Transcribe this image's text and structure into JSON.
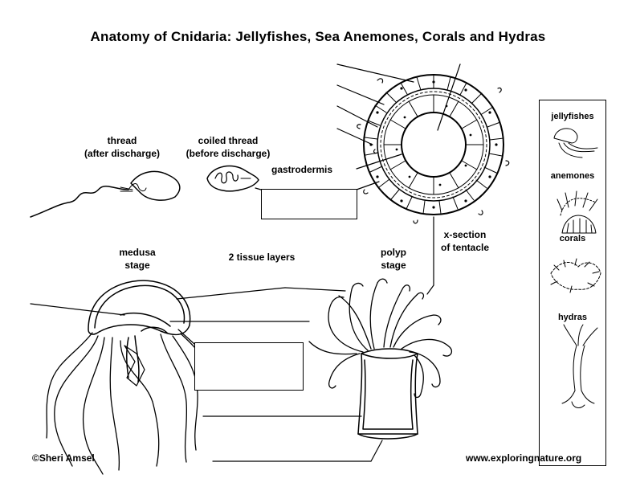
{
  "title": "Anatomy of Cnidaria: Jellyfishes, Sea Anemones, Corals and Hydras",
  "labels": {
    "thread_line1": "thread",
    "thread_line2": "(after discharge)",
    "coiled_line1": "coiled thread",
    "coiled_line2": "(before discharge)",
    "gastrodermis": "gastrodermis",
    "xsection_line1": "x-section",
    "xsection_line2": "of tentacle",
    "medusa_line1": "medusa",
    "medusa_line2": "stage",
    "tissue_layers": "2 tissue layers",
    "polyp_line1": "polyp",
    "polyp_line2": "stage"
  },
  "sidebar": {
    "items": [
      "jellyfishes",
      "anemones",
      "corals",
      "hydras"
    ]
  },
  "footer": {
    "copyright": "©Sheri Amsel",
    "website": "www.exploringnature.org"
  }
}
